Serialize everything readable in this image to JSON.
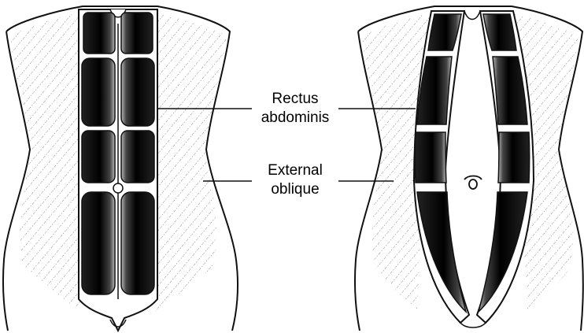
{
  "labels": {
    "rectus_abdominis": [
      "Rectus",
      "abdominis"
    ],
    "external_oblique": [
      "External",
      "oblique"
    ]
  },
  "colors": {
    "ink": "#111111",
    "muscle": "#1a1a1a",
    "background": "#ffffff"
  },
  "icons": {
    "left_torso": "normal-abdomen-illustration",
    "right_torso": "diastasis-recti-illustration",
    "navel": "umbilicus-icon"
  }
}
